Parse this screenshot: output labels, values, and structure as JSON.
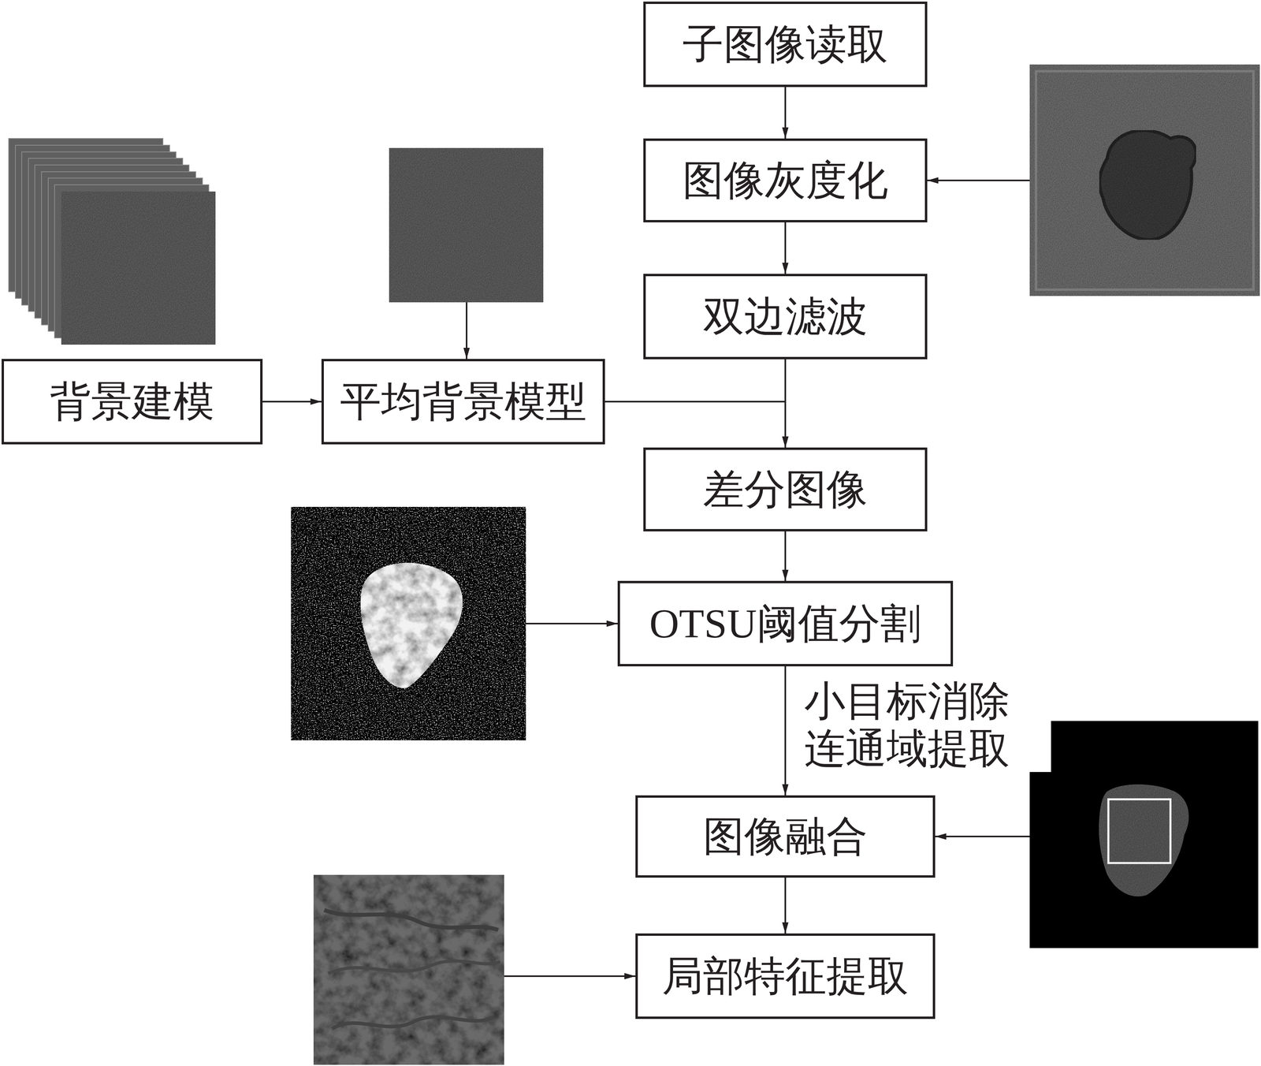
{
  "diagram": {
    "nodes": [
      {
        "text": [
          "子图像读取"
        ]
      },
      {
        "text": [
          "图像灰度化"
        ]
      },
      {
        "text": [
          "双边滤波"
        ]
      },
      {
        "text": [
          "背景建模"
        ]
      },
      {
        "text": [
          "平均背景模型"
        ]
      },
      {
        "text": [
          "差分图像"
        ]
      },
      {
        "text": [
          "OTSU阈值分割"
        ]
      },
      {
        "text": [
          "图像融合"
        ]
      },
      {
        "text": [
          "局部特征提取"
        ]
      }
    ],
    "edges": [
      {
        "from": 0,
        "to": 1,
        "arrow": "to"
      },
      {
        "from": 1,
        "to": 2,
        "arrow": "to"
      },
      {
        "from": 3,
        "to": 4,
        "arrow": "to"
      },
      {
        "from": 4,
        "to": 5,
        "arrow": "to"
      },
      {
        "from": 2,
        "to": 5,
        "arrow": "to"
      },
      {
        "from": 5,
        "to": 6,
        "arrow": "to"
      },
      {
        "from": 6,
        "to": 7,
        "label": "小目标消除 连通域提取",
        "arrow": "to"
      },
      {
        "from": 7,
        "to": 8,
        "arrow": "to"
      }
    ]
  }
}
